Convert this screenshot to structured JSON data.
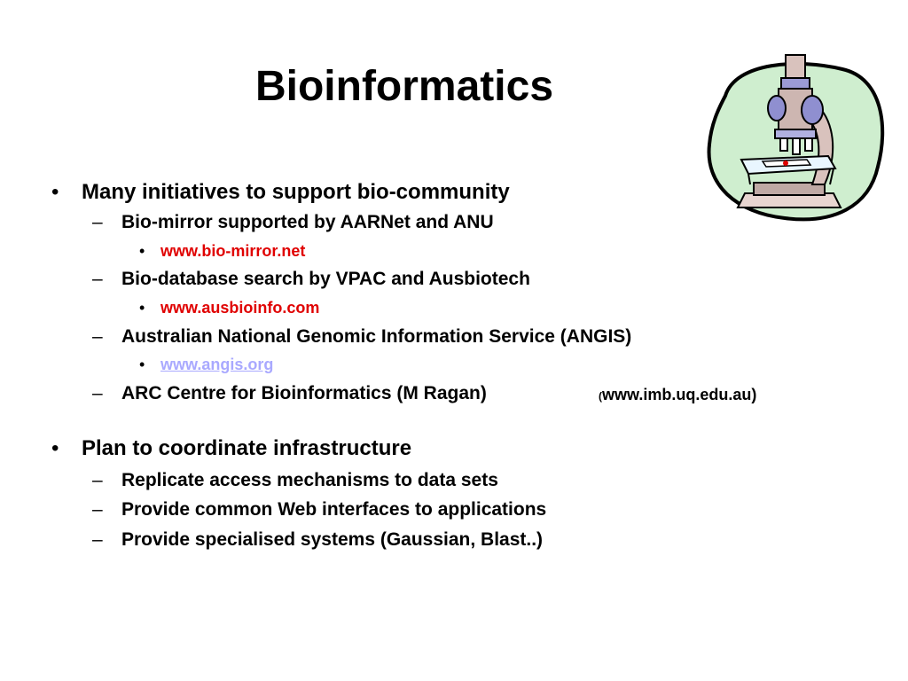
{
  "slide": {
    "title": "Bioinformatics",
    "sections": [
      {
        "bullet": "•",
        "text": "Many initiatives to support bio-community",
        "items": [
          {
            "marker": "–",
            "text": "Bio-mirror supported by AARNet and ANU",
            "sub": {
              "marker": "•",
              "text": "www.bio-mirror.net"
            }
          },
          {
            "marker": "–",
            "text": "Bio-database search by VPAC and Ausbiotech",
            "sub": {
              "marker": "•",
              "text": "www.ausbioinfo.com"
            }
          },
          {
            "marker": "–",
            "text": "Australian National Genomic Information Service (ANGIS)",
            "sub": {
              "marker": "•",
              "text": "www.angis.org"
            }
          },
          {
            "marker": "–",
            "text": "ARC Centre for Bioinformatics (M Ragan)",
            "aside_open": "(",
            "aside": "www.imb.uq.edu.au)"
          }
        ]
      },
      {
        "bullet": "•",
        "text": "Plan to coordinate infrastructure",
        "items": [
          {
            "marker": "–",
            "text": "Replicate access mechanisms to data sets"
          },
          {
            "marker": "–",
            "text": "Provide common Web interfaces to applications"
          },
          {
            "marker": "–",
            "text": "Provide specialised systems (Gaussian, Blast..)"
          }
        ]
      }
    ]
  },
  "colors": {
    "link_red": "#e00000",
    "link_hyperlink": "#a9a9ff",
    "clipart_blob": "#cfeecf"
  },
  "icons": {
    "clipart": "microscope-icon"
  }
}
